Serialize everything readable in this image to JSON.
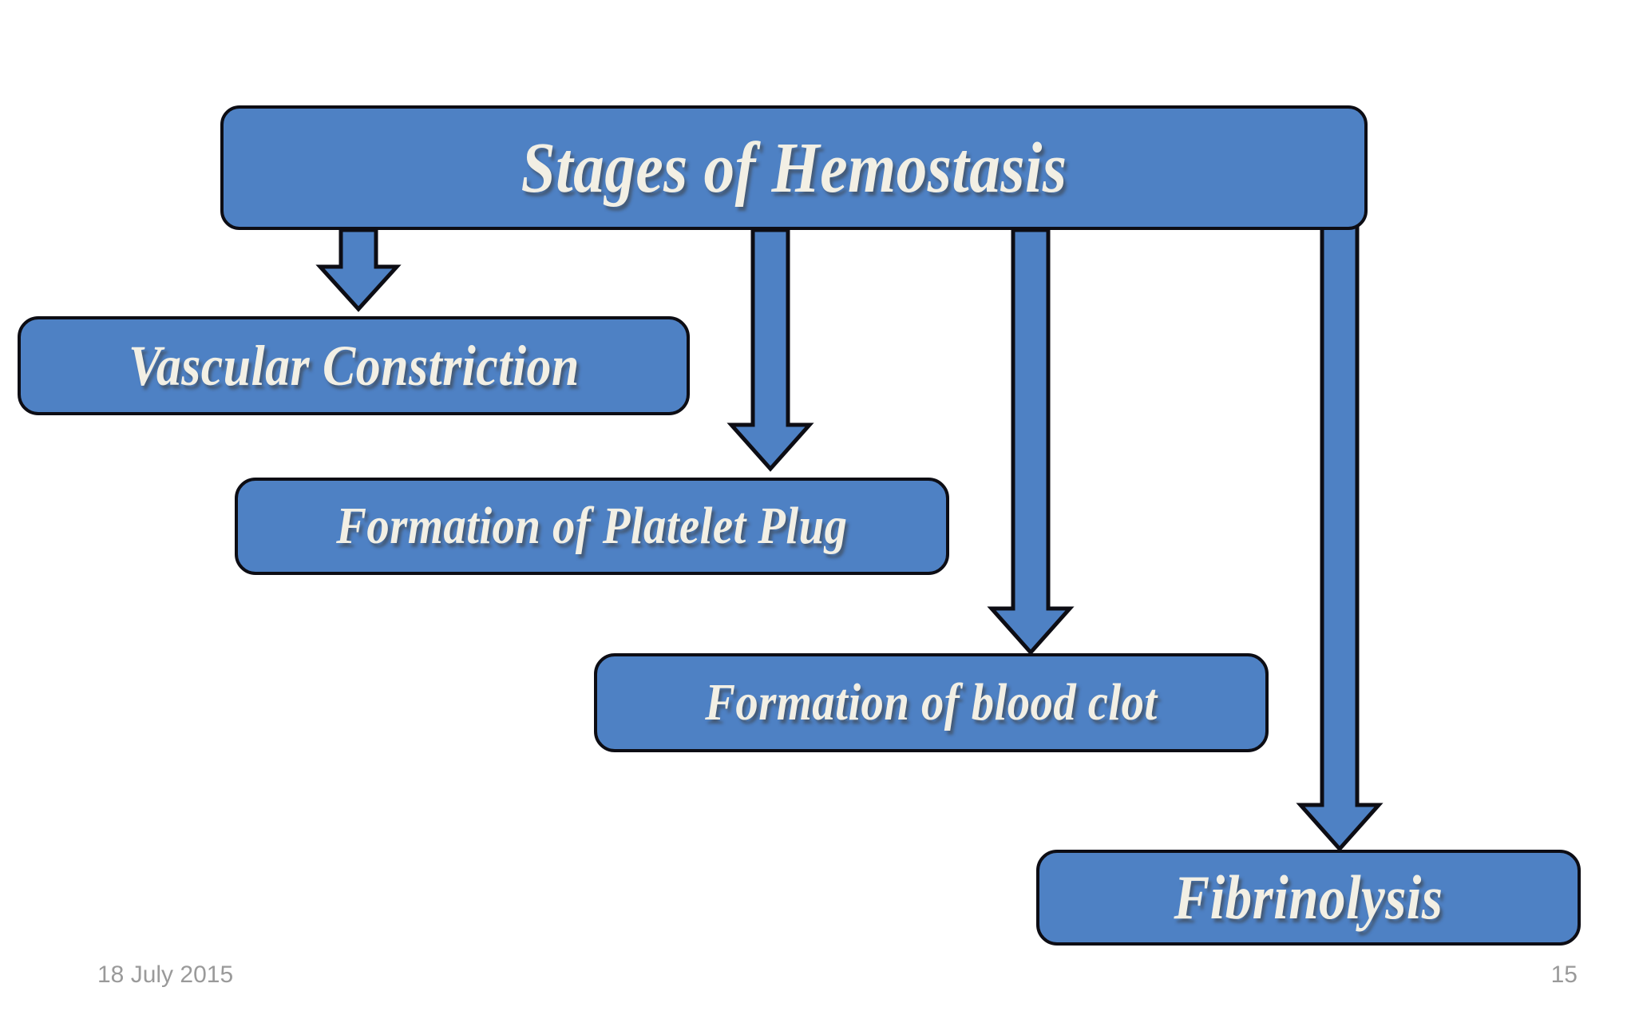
{
  "slide": {
    "title": "Stages  of Hemostasis",
    "background_color": "#ffffff",
    "box_fill_color": "#4e81c4",
    "box_border_color": "#0d0d14",
    "box_text_color": "#f2efe4",
    "footer_text_color": "#9a9a9a"
  },
  "diagram": {
    "title_box": {
      "label": "Stages  of Hemostasis"
    },
    "stages": [
      {
        "label": "Vascular Constriction"
      },
      {
        "label": "Formation of Platelet Plug"
      },
      {
        "label": "Formation of blood clot"
      },
      {
        "label": "Fibrinolysis"
      }
    ],
    "connectors": [
      {
        "name": "arrow-to-vascular-constriction"
      },
      {
        "name": "arrow-to-platelet-plug"
      },
      {
        "name": "arrow-to-blood-clot"
      },
      {
        "name": "arrow-to-fibrinolysis"
      }
    ]
  },
  "footer": {
    "date": "18 July 2015",
    "slide_number": "15"
  }
}
